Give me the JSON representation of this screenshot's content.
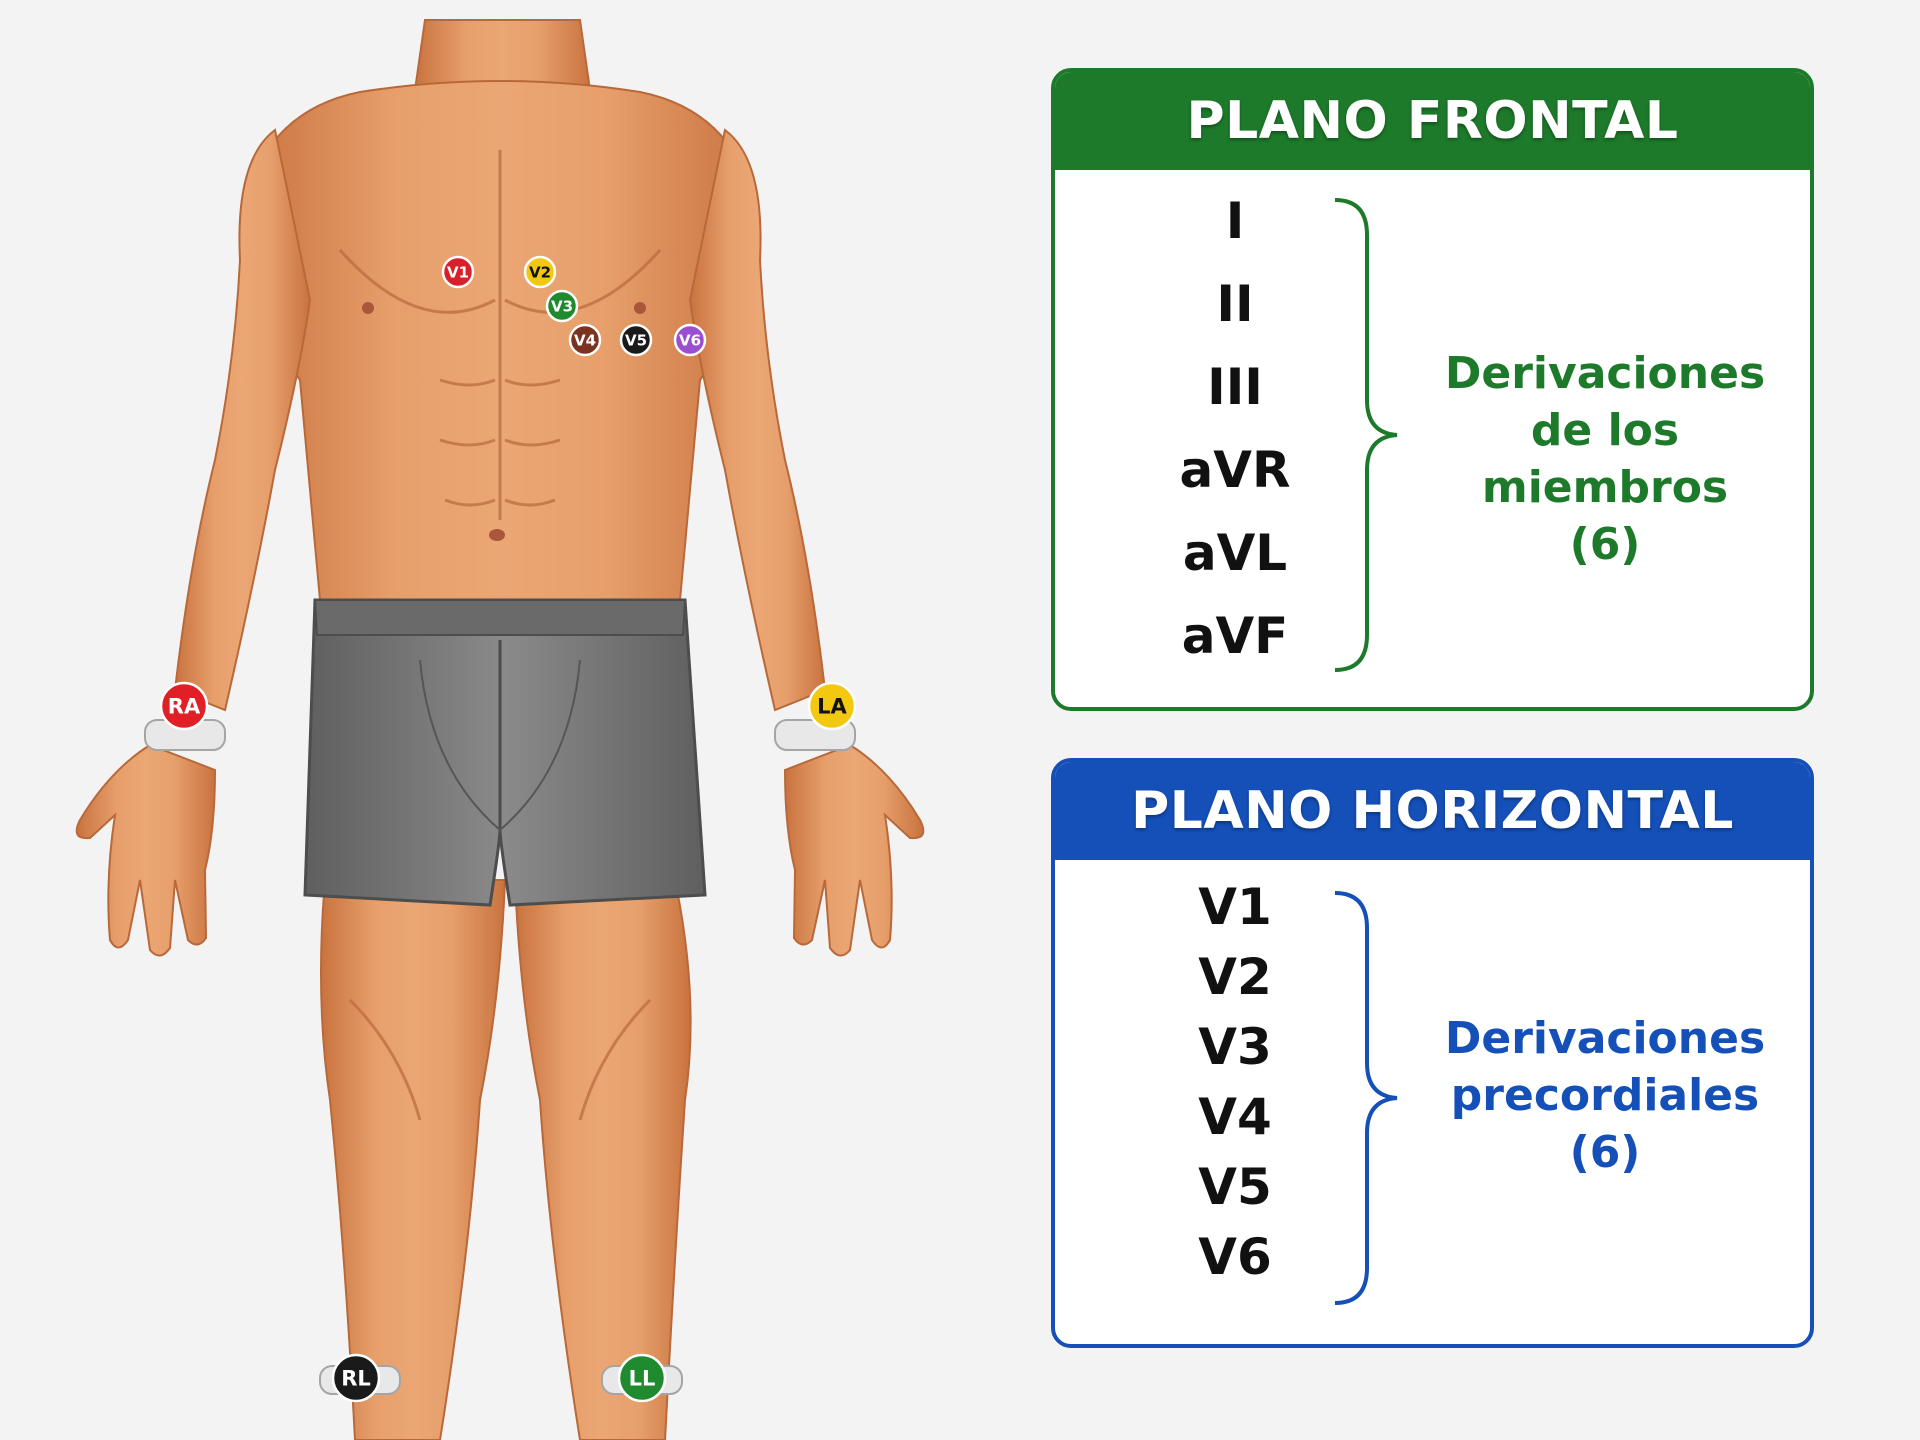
{
  "colors": {
    "frontal": "#1d7a2a",
    "horizontal": "#1450b8",
    "skin": "#e1935e",
    "shorts": "#7d7d7d",
    "background": "#f3f3f3"
  },
  "chest_electrodes": [
    {
      "label": "V1",
      "color": "#d8202a",
      "text_color": "#ffffff"
    },
    {
      "label": "V2",
      "color": "#f2c811",
      "text_color": "#111111"
    },
    {
      "label": "V3",
      "color": "#1f8a2e",
      "text_color": "#ffffff"
    },
    {
      "label": "V4",
      "color": "#7a3320",
      "text_color": "#ffffff"
    },
    {
      "label": "V5",
      "color": "#1a1a1a",
      "text_color": "#ffffff"
    },
    {
      "label": "V6",
      "color": "#9b4fd0",
      "text_color": "#ffffff"
    }
  ],
  "limb_electrodes": [
    {
      "label": "RA",
      "color": "#e01f26",
      "text_color": "#ffffff"
    },
    {
      "label": "LA",
      "color": "#f2c811",
      "text_color": "#111111"
    },
    {
      "label": "RL",
      "color": "#1a1a1a",
      "text_color": "#ffffff"
    },
    {
      "label": "LL",
      "color": "#1f8a2e",
      "text_color": "#ffffff"
    }
  ],
  "frontal_panel": {
    "title": "PLANO FRONTAL",
    "leads": [
      "I",
      "II",
      "III",
      "aVR",
      "aVL",
      "aVF"
    ],
    "group_label_lines": [
      "Derivaciones",
      "de los miembros",
      "(6)"
    ]
  },
  "horizontal_panel": {
    "title": "PLANO HORIZONTAL",
    "leads": [
      "V1",
      "V2",
      "V3",
      "V4",
      "V5",
      "V6"
    ],
    "group_label_lines": [
      "Derivaciones",
      "precordiales",
      "(6)"
    ]
  }
}
